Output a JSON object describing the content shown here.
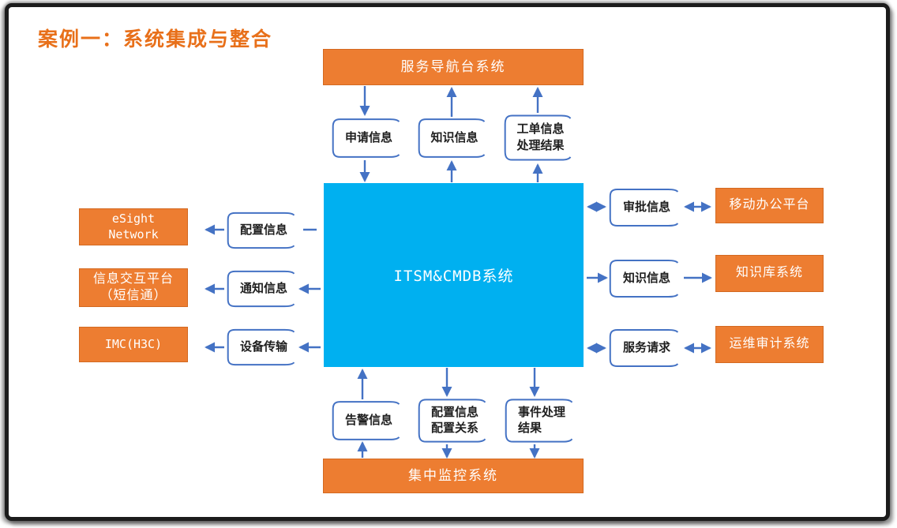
{
  "title": {
    "text": "案例一：系统集成与整合"
  },
  "colors": {
    "title_orange": "#E8701A",
    "orange_box": "#ED7D31",
    "center_cyan": "#00B0F0",
    "connector_blue": "#4472C4",
    "flag_text": "#1F1F1F"
  },
  "systems": {
    "top": {
      "label": "服务导航台系统"
    },
    "bottom": {
      "label": "集中监控系统"
    },
    "center": {
      "label": "ITSM&CMDB系统"
    },
    "left": [
      {
        "label": "eSight\nNetwork"
      },
      {
        "label": "信息交互平台\n（短信通）"
      },
      {
        "label": "IMC(H3C)"
      }
    ],
    "right": [
      {
        "label": "移动办公平台"
      },
      {
        "label": "知识库系统"
      },
      {
        "label": "运维审计系统"
      }
    ]
  },
  "flows": {
    "top": [
      {
        "label": "申请信息",
        "direction": "down"
      },
      {
        "label": "知识信息",
        "direction": "up"
      },
      {
        "label": "工单信息\n处理结果",
        "direction": "up"
      }
    ],
    "bottom": [
      {
        "label": "告警信息",
        "direction": "up"
      },
      {
        "label": "配置信息\n配置关系",
        "direction": "down"
      },
      {
        "label": "事件处理\n结果",
        "direction": "down"
      }
    ],
    "left": [
      {
        "label": "配置信息",
        "direction": "to-left"
      },
      {
        "label": "通知信息",
        "direction": "to-left"
      },
      {
        "label": "设备传输",
        "direction": "to-left"
      }
    ],
    "right": [
      {
        "label": "审批信息",
        "direction": "both"
      },
      {
        "label": "知识信息",
        "direction": "to-right"
      },
      {
        "label": "服务请求",
        "direction": "both"
      }
    ]
  }
}
